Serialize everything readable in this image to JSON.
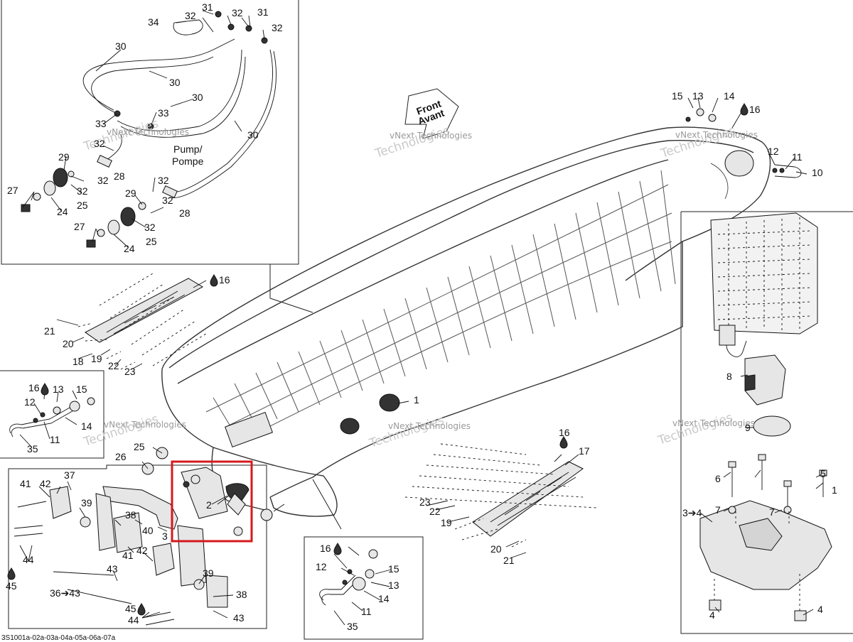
{
  "footer": {
    "code": "3S1001a-02a-03a-04a-05a-06a-07a"
  },
  "watermark": {
    "line1": "vNext Technologies",
    "line2": "Technologies"
  },
  "pump_label": {
    "line1": "Pump/",
    "line2": "Pompe"
  },
  "front_arrow": {
    "line1": "Front",
    "line2": "Avant"
  },
  "arrow_refs": {
    "ref_36": "36➔43",
    "ref_3": "3➔4"
  },
  "callouts": {
    "c1": "1",
    "c2": "2",
    "c3": "3",
    "c4a": "4",
    "c4b": "4",
    "c6": "6",
    "c7a": "7",
    "c7b": "7",
    "c5": "5",
    "c1_2": "1",
    "c8": "8",
    "c9": "9",
    "c10": "10",
    "c11a": "11",
    "c11b": "11",
    "c11c": "11",
    "c12a": "12",
    "c12b": "12",
    "c12c": "12",
    "c13a": "13",
    "c13b": "13",
    "c13c": "13",
    "c14a": "14",
    "c14b": "14",
    "c14c": "14",
    "c15a": "15",
    "c15b": "15",
    "c15c": "15",
    "c16a": "16",
    "c16b": "16",
    "c16c": "16",
    "c16d": "16",
    "c16e": "16",
    "c17": "17",
    "c18": "18",
    "c19a": "19",
    "c19b": "19",
    "c20a": "20",
    "c20b": "20",
    "c21a": "21",
    "c21b": "21",
    "c22a": "22",
    "c22b": "22",
    "c23a": "23",
    "c23b": "23",
    "c24a": "24",
    "c24b": "24",
    "c25a": "25",
    "c25b": "25",
    "c25c": "25",
    "c26": "26",
    "c27a": "27",
    "c27b": "27",
    "c28a": "28",
    "c28b": "28",
    "c29a": "29",
    "c29b": "29",
    "c30a": "30",
    "c30b": "30",
    "c30c": "30",
    "c30d": "30",
    "c31a": "31",
    "c31b": "31",
    "c32a": "32",
    "c32b": "32",
    "c32c": "32",
    "c32d": "32",
    "c32e": "32",
    "c32f": "32",
    "c32g": "32",
    "c32h": "32",
    "c32i": "32",
    "c33a": "33",
    "c33b": "33",
    "c34": "34",
    "c35a": "35",
    "c35b": "35",
    "c37": "37",
    "c38a": "38",
    "c38b": "38",
    "c39a": "39",
    "c39b": "39",
    "c40": "40",
    "c41a": "41",
    "c41b": "41",
    "c42a": "42",
    "c42b": "42",
    "c43a": "43",
    "c43b": "43",
    "c44a": "44",
    "c44b": "44",
    "c45a": "45",
    "c45b": "45"
  },
  "colors": {
    "highlight": "#d5191d",
    "line": "#111111",
    "watermark": "#c9c9c9"
  }
}
